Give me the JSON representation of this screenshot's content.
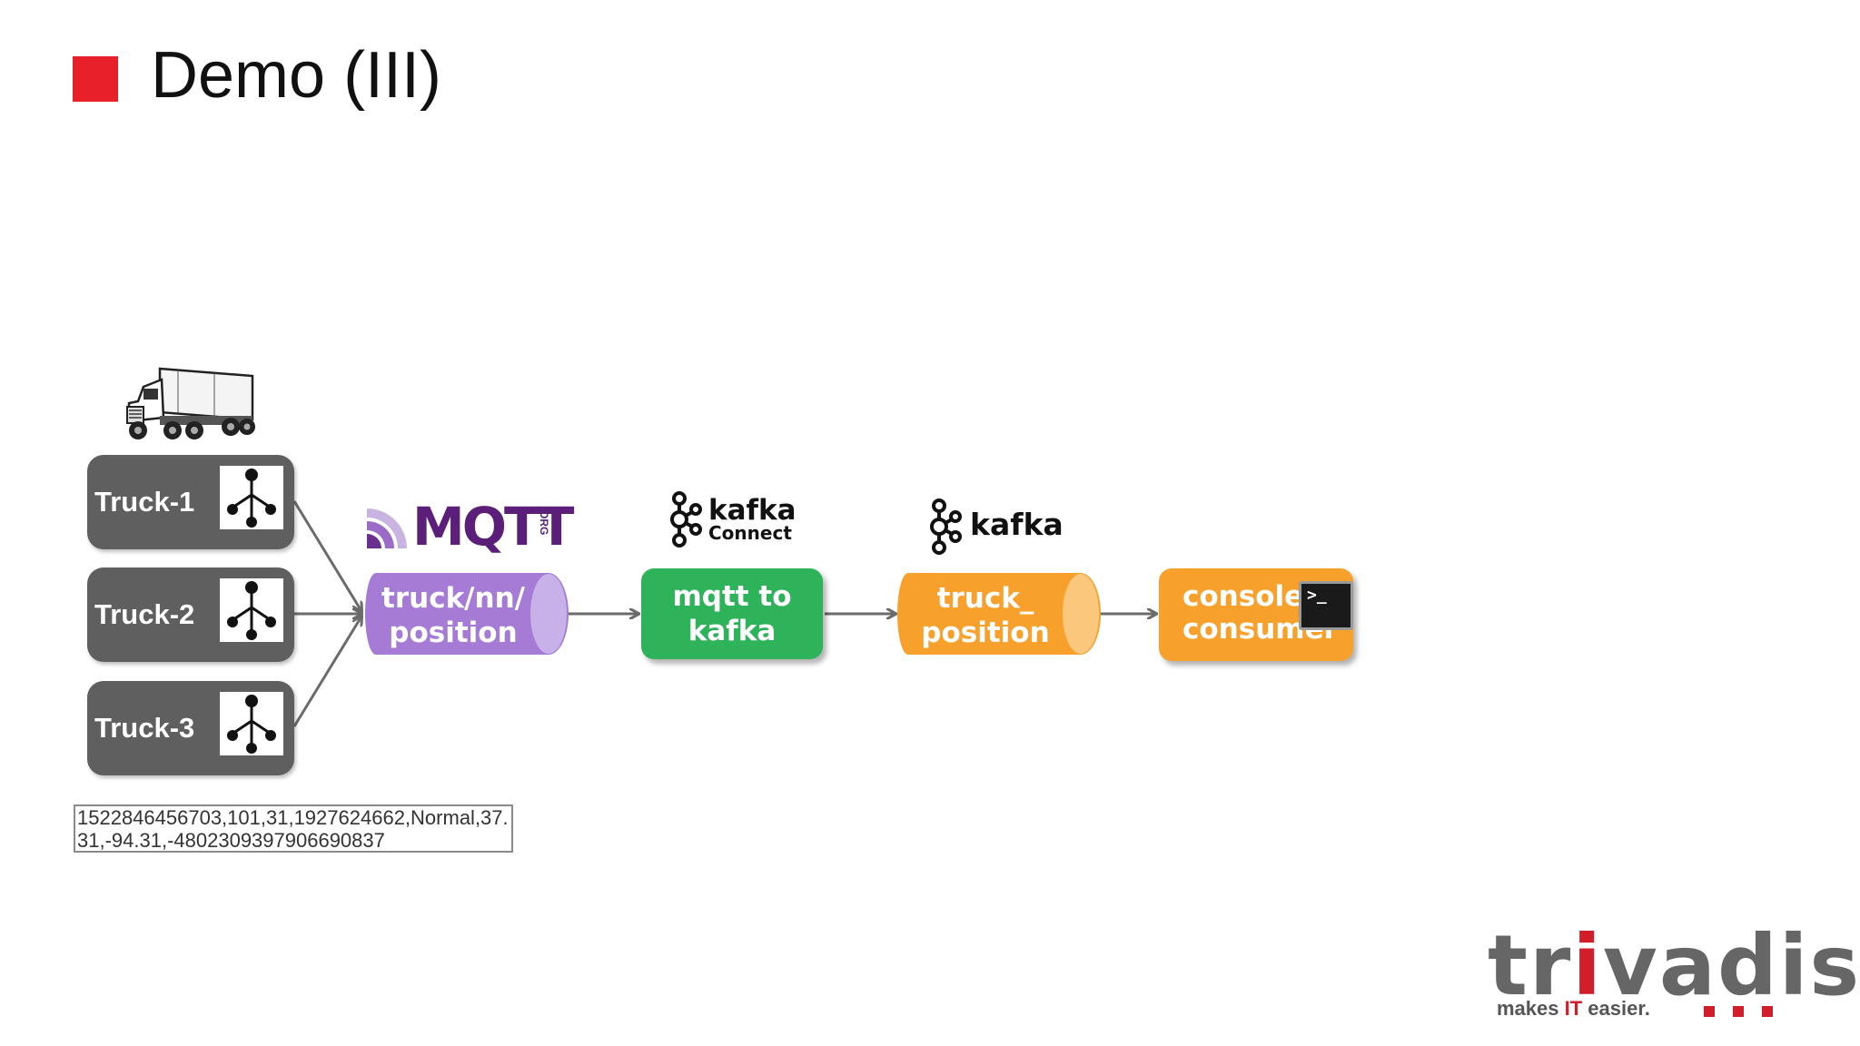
{
  "slide": {
    "title": "Demo (III)"
  },
  "trucks": [
    {
      "label": "Truck-1"
    },
    {
      "label": "Truck-2"
    },
    {
      "label": "Truck-3"
    }
  ],
  "mqtt": {
    "logo": "MQTT",
    "logo_suffix": "ORG",
    "topic_line1": "truck/nn/",
    "topic_line2": "position"
  },
  "kafka_connect": {
    "logo_line1": "kafka",
    "logo_line2": "Connect",
    "label_line1": "mqtt to",
    "label_line2": "kafka"
  },
  "kafka": {
    "logo": "kafka",
    "topic_line1": "truck_",
    "topic_line2": "position"
  },
  "consumer": {
    "label_line1": "console",
    "label_line2": "consumer",
    "terminal_prompt": ">_"
  },
  "sample_message": {
    "line1": "1522846456703,101,31,1927624662,Normal,37.",
    "line2": "31,-94.31,-4802309397906690837"
  },
  "branding": {
    "logo_part1": "tr",
    "logo_i": "i",
    "logo_part2": "vadis",
    "tagline_part1": "makes ",
    "tagline_it": "IT",
    "tagline_part2": " easier."
  },
  "colors": {
    "title_accent": "#e8202a",
    "truck_box": "#5f5f5f",
    "mqtt_topic": "#a57bd6",
    "connector": "#2fb35a",
    "kafka_topic": "#f7a12c",
    "consumer": "#f7a12c",
    "brand_red": "#d21e2a"
  }
}
